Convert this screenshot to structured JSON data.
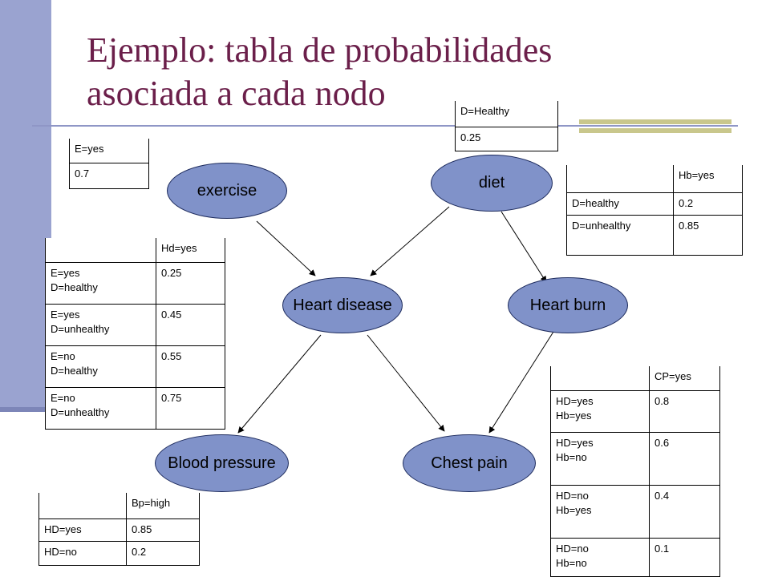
{
  "slide": {
    "title": "Ejemplo: tabla de probabilidades asociada a cada nodo"
  },
  "nodes": {
    "exercise": "exercise",
    "diet": "diet",
    "heart_disease": "Heart disease",
    "heart_burn": "Heart burn",
    "blood_pressure": "Blood pressure",
    "chest_pain": "Chest pain"
  },
  "edges": [
    [
      "exercise",
      "heart_disease"
    ],
    [
      "diet",
      "heart_disease"
    ],
    [
      "diet",
      "heart_burn"
    ],
    [
      "heart_disease",
      "blood_pressure"
    ],
    [
      "heart_disease",
      "chest_pain"
    ],
    [
      "heart_burn",
      "chest_pain"
    ]
  ],
  "tables": {
    "exercise": {
      "header": "E=yes",
      "value": "0.7"
    },
    "diet": {
      "header": "D=Healthy",
      "value": "0.25"
    },
    "heart_burn": {
      "col": "Hb=yes",
      "rows": [
        {
          "label": "D=healthy",
          "value": "0.2"
        },
        {
          "label": "D=unhealthy",
          "value": "0.85"
        }
      ]
    },
    "heart_disease": {
      "col": "Hd=yes",
      "rows": [
        {
          "label": "E=yes\nD=healthy",
          "value": "0.25"
        },
        {
          "label": "E=yes\nD=unhealthy",
          "value": "0.45"
        },
        {
          "label": "E=no\nD=healthy",
          "value": "0.55"
        },
        {
          "label": "E=no\nD=unhealthy",
          "value": "0.75"
        }
      ]
    },
    "chest_pain": {
      "col": "CP=yes",
      "rows": [
        {
          "label": "HD=yes\nHb=yes",
          "value": "0.8"
        },
        {
          "label": "HD=yes\nHb=no",
          "value": "0.6"
        },
        {
          "label": "HD=no\nHb=yes",
          "value": "0.4"
        },
        {
          "label": "HD=no\nHb=no",
          "value": "0.1"
        }
      ]
    },
    "blood_pressure": {
      "col": "Bp=high",
      "rows": [
        {
          "label": "HD=yes",
          "value": "0.85"
        },
        {
          "label": "HD=no",
          "value": "0.2"
        }
      ]
    }
  }
}
